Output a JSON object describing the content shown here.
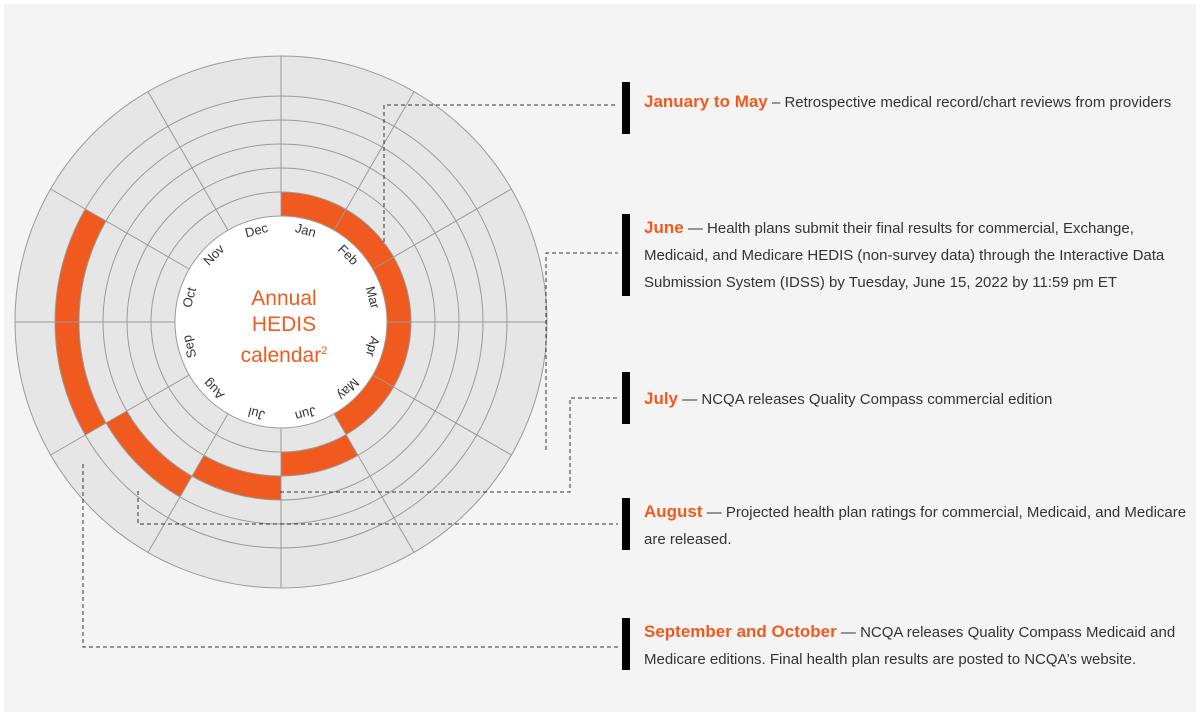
{
  "diagram": {
    "title_line1": "Annual",
    "title_line2": "HEDIS",
    "title_line3": "calendar",
    "title_sup": "2",
    "months": [
      "Jan",
      "Feb",
      "Mar",
      "Apr",
      "May",
      "Jun",
      "Jul",
      "Aug",
      "Sep",
      "Oct",
      "Nov",
      "Dec"
    ],
    "colors": {
      "accent": "#f05a1e",
      "ring_fill": "#e6e6e6",
      "ring_line": "#9a9a9a",
      "inner_fill": "#ffffff",
      "background": "#f4f4f4",
      "leader": "#333333",
      "marker": "#000000"
    },
    "highlight_arcs": [
      {
        "event": "January to May",
        "ring": 1,
        "from_month": 1,
        "to_month": 5
      },
      {
        "event": "June",
        "ring": 2,
        "from_month": 6,
        "to_month": 6
      },
      {
        "event": "July",
        "ring": 3,
        "from_month": 7,
        "to_month": 7
      },
      {
        "event": "August",
        "ring": 4,
        "from_month": 8,
        "to_month": 8
      },
      {
        "event": "September and October",
        "ring": 5,
        "from_month": 9,
        "to_month": 10
      }
    ]
  },
  "events": [
    {
      "heading": "January to May",
      "separator": "–",
      "description": "Retrospective medical record/chart reviews from providers"
    },
    {
      "heading": "June",
      "separator": "—",
      "description": "Health plans submit their final results for commercial, Exchange, Medicaid, and Medicare HEDIS (non-survey data) through the Interactive Data Submission System (IDSS) by Tuesday, June 15, 2022 by 11:59 pm ET"
    },
    {
      "heading": "July",
      "separator": "—",
      "description": "NCQA releases Quality Compass commercial edition"
    },
    {
      "heading": "August",
      "separator": "—",
      "description": "Projected health plan ratings for commercial, Medicaid, and Medicare are released."
    },
    {
      "heading": "September and October",
      "separator": "—",
      "description": "NCQA releases Quality Compass Medicaid and Medicare editions. Final health plan results are posted to NCQA’s website."
    }
  ]
}
